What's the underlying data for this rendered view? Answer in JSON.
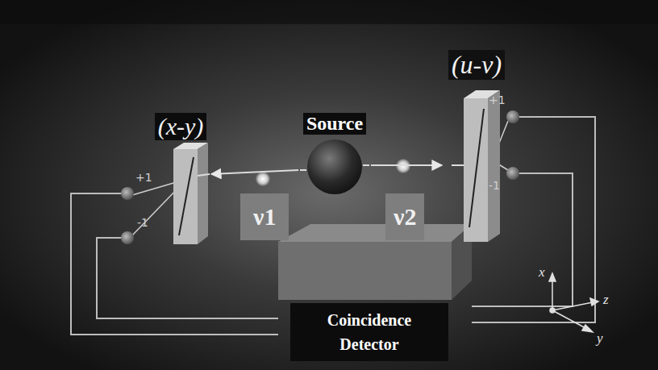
{
  "diagram": {
    "nodes": [
      {
        "text": [
          "(x-y)"
        ]
      },
      {
        "text": [
          "Source"
        ]
      },
      {
        "text": [
          "(u-v)"
        ]
      },
      {
        "text": [
          "Coincidence Detector"
        ]
      }
    ],
    "edges": [
      {
        "from": 1,
        "to": 0,
        "arrow": "to"
      },
      {
        "from": 1,
        "to": 2,
        "arrow": "to"
      }
    ],
    "labels": [
      "+1",
      "-1",
      "ν1",
      "ν2",
      "+1",
      "-1",
      "x",
      "z",
      "y"
    ]
  }
}
